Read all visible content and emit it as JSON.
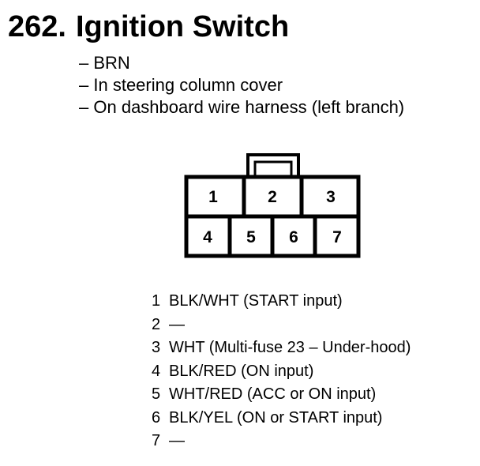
{
  "header": {
    "number": "262.",
    "title": "Ignition Switch"
  },
  "notes": [
    {
      "dash": "–",
      "text": "BRN"
    },
    {
      "dash": "–",
      "text": "In steering column cover"
    },
    {
      "dash": "–",
      "text": "On dashboard wire harness (left branch)"
    }
  ],
  "connector": {
    "cells": [
      "1",
      "2",
      "3",
      "4",
      "5",
      "6",
      "7"
    ]
  },
  "pins": [
    {
      "num": "1",
      "desc": "BLK/WHT (START input)"
    },
    {
      "num": "2",
      "desc": "—"
    },
    {
      "num": "3",
      "desc": "WHT (Multi-fuse 23 – Under-hood)"
    },
    {
      "num": "4",
      "desc": "BLK/RED (ON input)"
    },
    {
      "num": "5",
      "desc": "WHT/RED (ACC or ON input)"
    },
    {
      "num": "6",
      "desc": "BLK/YEL (ON or START input)"
    },
    {
      "num": "7",
      "desc": "—"
    }
  ]
}
